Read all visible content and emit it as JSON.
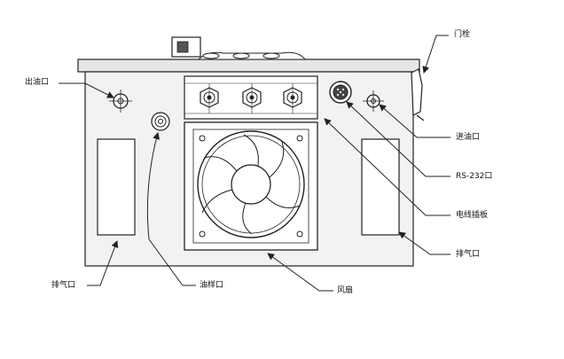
{
  "labels": {
    "door_latch": "门栓",
    "oil_outlet": "出油口",
    "oil_inlet": "进油口",
    "rs232_port": "RS-232口",
    "cable_panel": "电线插板",
    "exhaust_left": "排气口",
    "exhaust_right": "排气口",
    "oil_sample_port": "油样口",
    "fan": "风扇"
  },
  "colors": {
    "line": "#222222",
    "panel_fill": "#f2f2f2",
    "top_fill": "#e6e6e6",
    "window_fill": "#ffffff"
  }
}
